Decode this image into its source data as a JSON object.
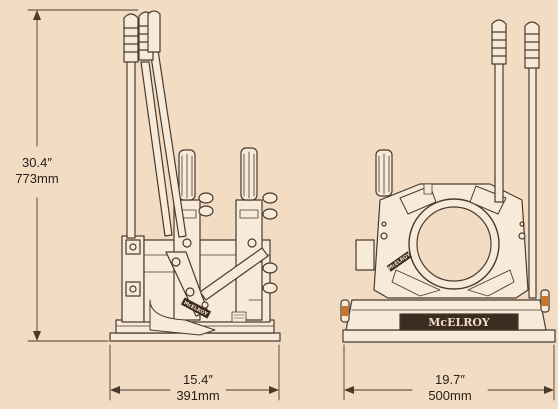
{
  "colors": {
    "background": "#f3dcc4",
    "line": "#4a3a2c",
    "fill": "#f8ead8",
    "dark": "#3a2c20",
    "accent_orange": "#c9762a"
  },
  "dimensions": {
    "height_in": "30.4″",
    "height_mm": "773mm",
    "side_width_in": "15.4″",
    "side_width_mm": "391mm",
    "front_width_in": "19.7″",
    "front_width_mm": "500mm"
  },
  "branding": {
    "logo_text": "McELROY",
    "small_logo_text": "McELROY"
  }
}
